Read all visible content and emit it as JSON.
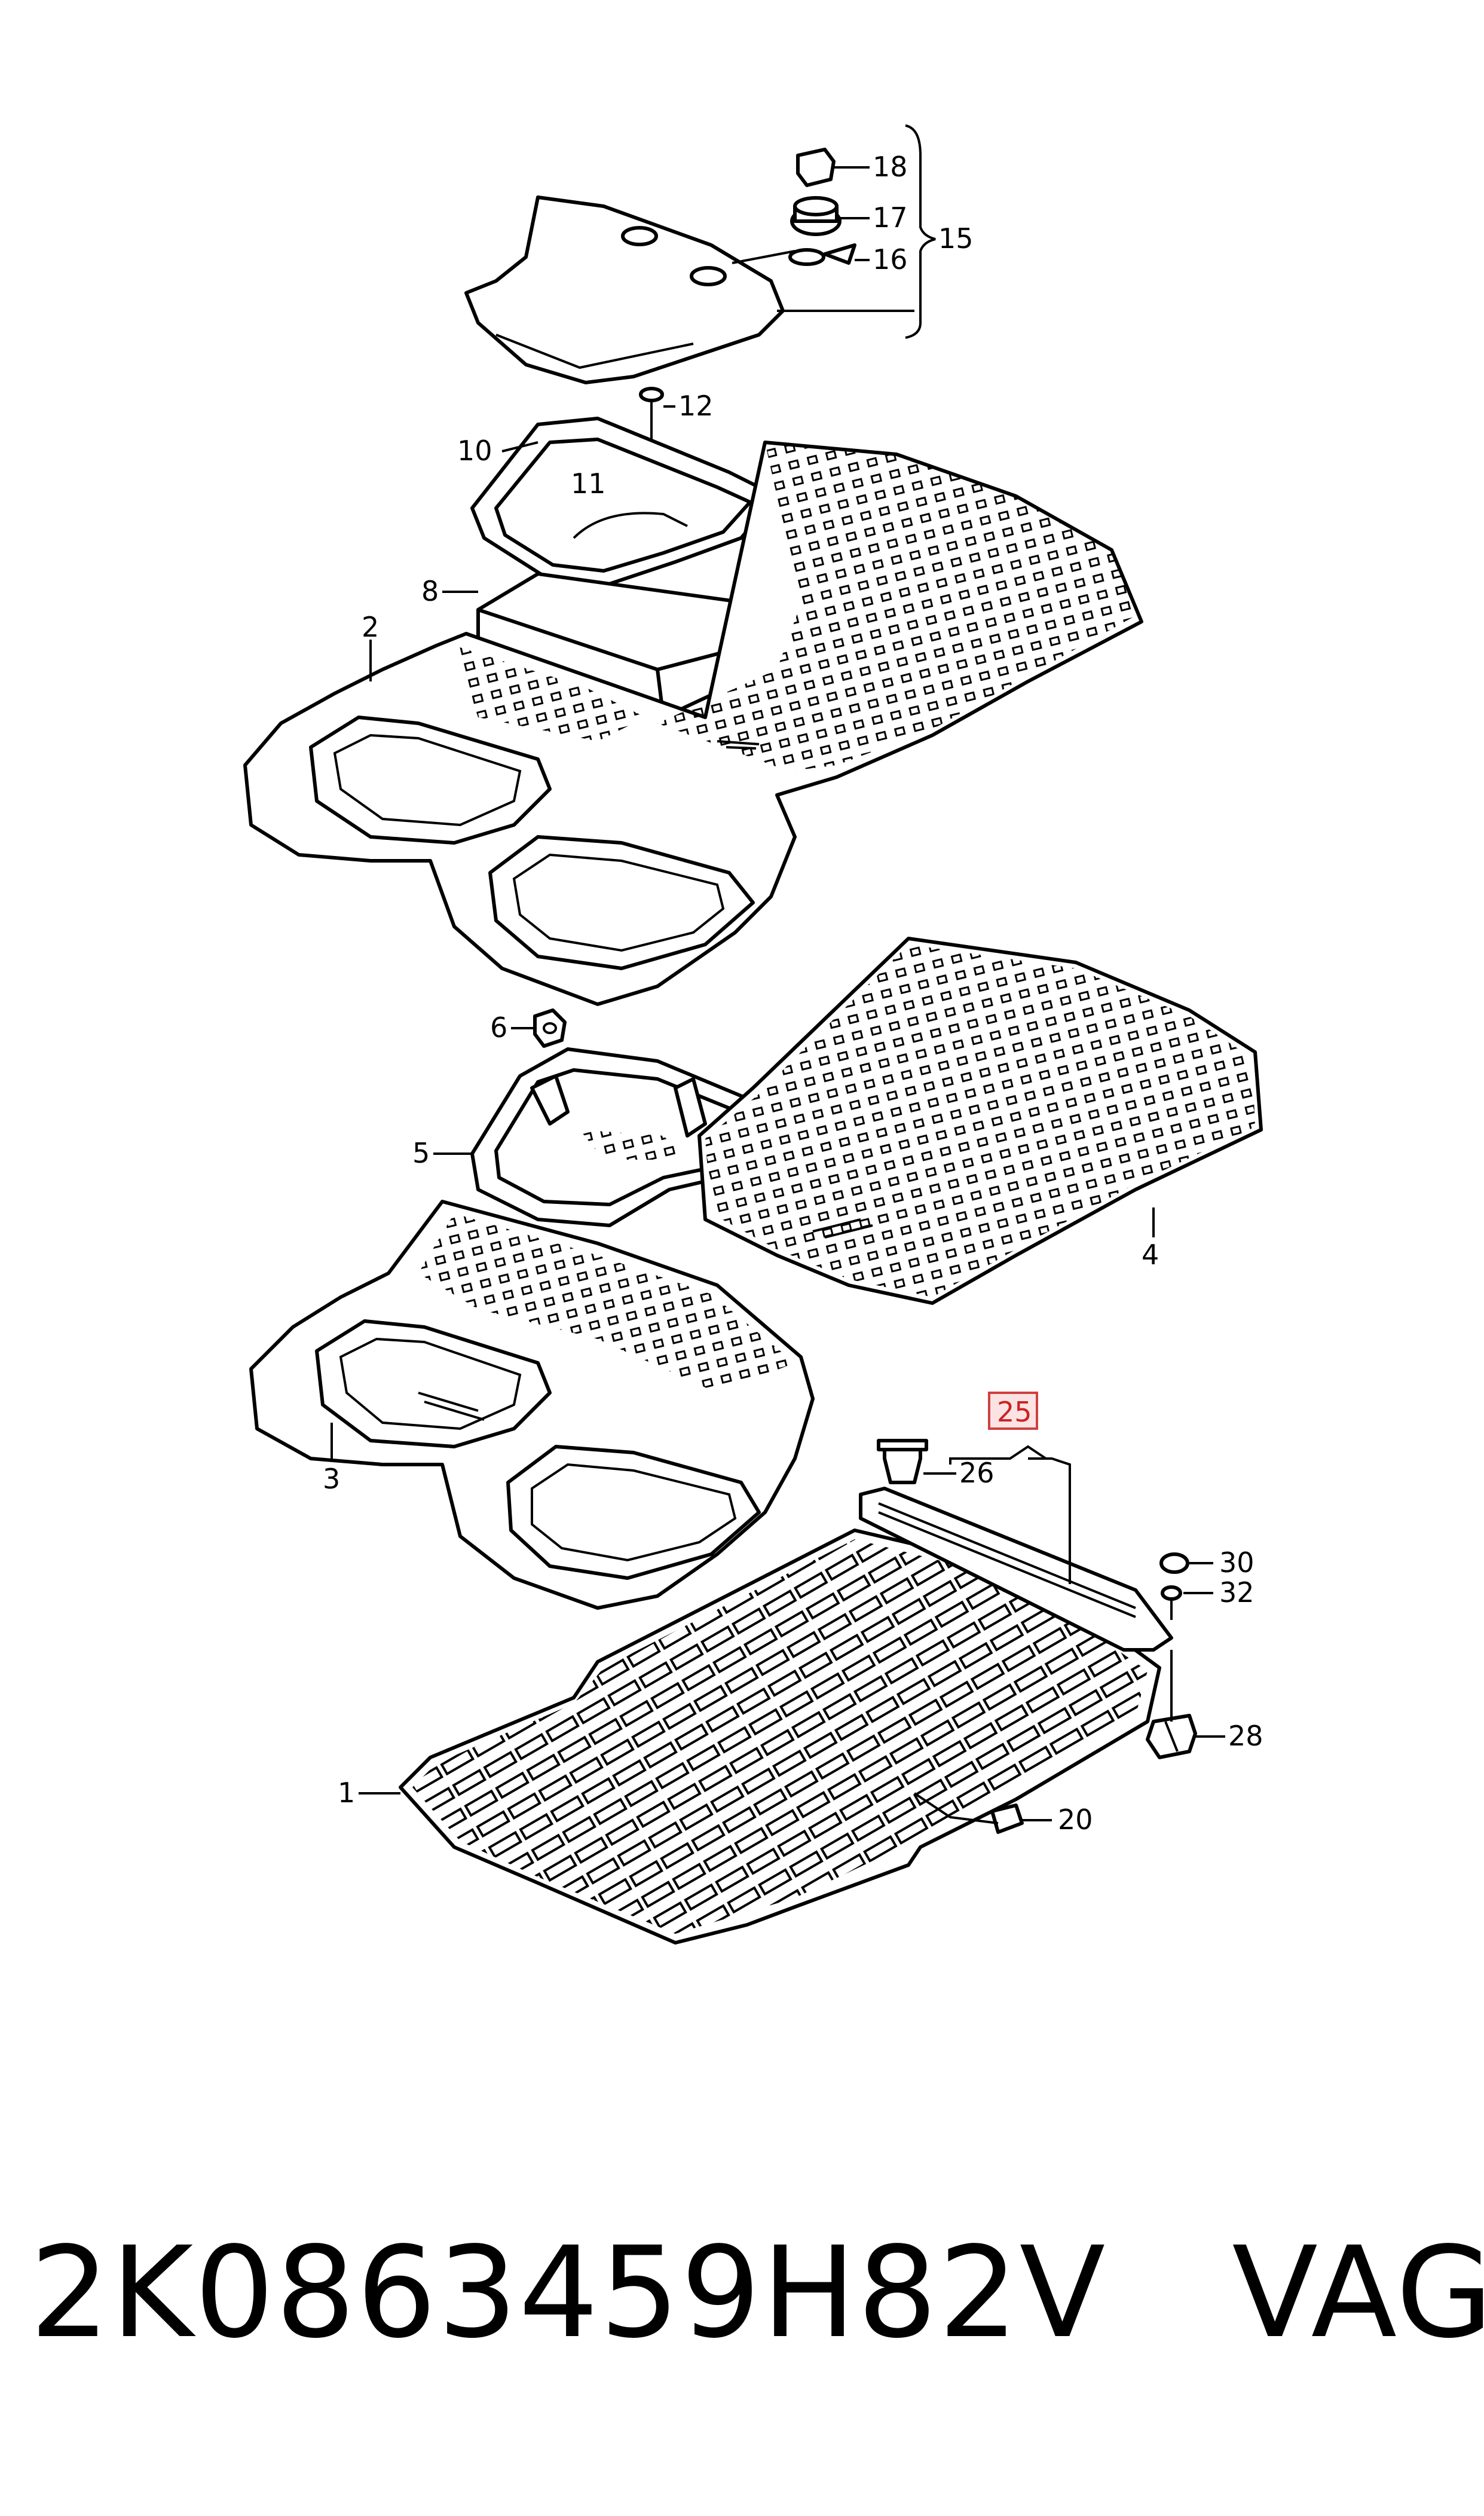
{
  "callouts": {
    "c1": "1",
    "c2": "2",
    "c3": "3",
    "c4": "4",
    "c5": "5",
    "c6": "6",
    "c8": "8",
    "c10": "10",
    "c11": "11",
    "c12": "12",
    "c15": "15",
    "c16": "16",
    "c17": "17",
    "c18": "18",
    "c20": "20",
    "c25": "25",
    "c26": "26",
    "c28": "28",
    "c30": "30",
    "c32": "32"
  },
  "highlighted_callout": "25",
  "footer": {
    "part_number": "2K0863459H82V",
    "brand": "VAG"
  },
  "colors": {
    "line": "#000000",
    "highlight_box": "#d04040",
    "highlight_text": "#cc2222"
  }
}
